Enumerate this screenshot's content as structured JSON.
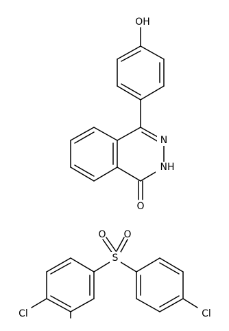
{
  "molecules": [
    {
      "atoms": [
        {
          "id": "hydroxyl",
          "text": "OH"
        },
        {
          "id": "n-ring",
          "text": "N"
        },
        {
          "id": "nh-ring",
          "text": "NH"
        },
        {
          "id": "carbonyl-o",
          "text": "O"
        }
      ]
    },
    {
      "atoms": [
        {
          "id": "sulfonyl-o1",
          "text": "O"
        },
        {
          "id": "sulfonyl-o2",
          "text": "O"
        },
        {
          "id": "sulfur",
          "text": "S"
        },
        {
          "id": "chlorine-left",
          "text": "Cl"
        },
        {
          "id": "chlorine-right",
          "text": "Cl"
        }
      ]
    }
  ]
}
